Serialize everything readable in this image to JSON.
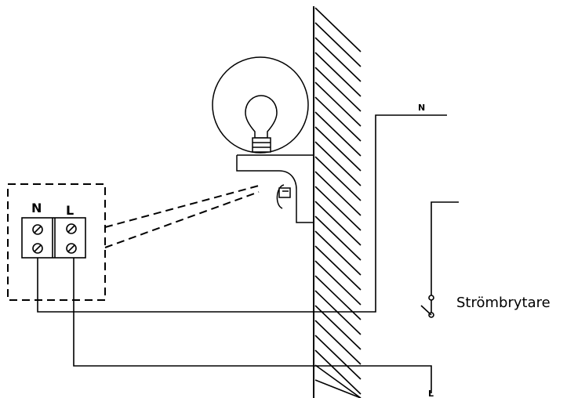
{
  "terminal_block": {
    "n_label": "N",
    "l_label": "L"
  },
  "supply": {
    "neutral_label": "N",
    "live_label": "L"
  },
  "switch": {
    "label": "Strömbrytare"
  },
  "colors": {
    "line": "#000000",
    "background": "#ffffff"
  }
}
